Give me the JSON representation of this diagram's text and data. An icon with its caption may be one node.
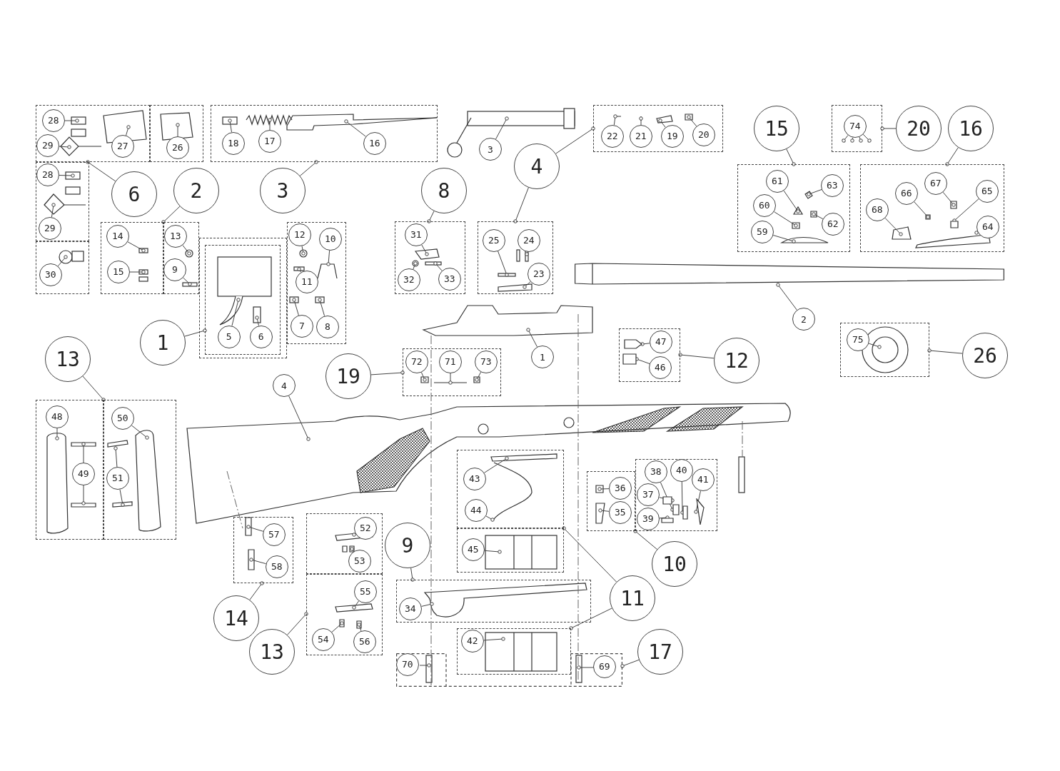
{
  "diagram": {
    "nodes": [
      {
        "text": [],
        "shape": "box"
      },
      {
        "text": [
          "28"
        ],
        "in": 0
      },
      {
        "text": [
          "29"
        ],
        "in": 0
      },
      {
        "text": [
          "27"
        ],
        "in": 0
      },
      {
        "text": [],
        "shape": "box"
      },
      {
        "text": [
          "26"
        ],
        "in": 4
      },
      {
        "text": [],
        "shape": "box"
      },
      {
        "text": [
          "18"
        ],
        "in": 6
      },
      {
        "text": [
          "17"
        ],
        "in": 6
      },
      {
        "text": [
          "16"
        ],
        "in": 6
      },
      {
        "text": [
          "3"
        ]
      },
      {
        "text": [],
        "shape": "box"
      },
      {
        "text": [
          "22"
        ],
        "in": 11
      },
      {
        "text": [
          "21"
        ],
        "in": 11
      },
      {
        "text": [
          "19"
        ],
        "in": 11
      },
      {
        "text": [
          "20"
        ],
        "in": 11
      },
      {
        "text": [
          "4"
        ]
      },
      {
        "text": [],
        "shape": "box"
      },
      {
        "text": [
          "28"
        ],
        "in": 17
      },
      {
        "text": [
          "29"
        ],
        "in": 17
      },
      {
        "text": [],
        "shape": "box"
      },
      {
        "text": [
          "30"
        ],
        "in": 20
      },
      {
        "text": [
          "6"
        ]
      },
      {
        "text": [
          "2"
        ]
      },
      {
        "text": [],
        "shape": "box"
      },
      {
        "text": [
          "14"
        ],
        "in": 24
      },
      {
        "text": [
          "15"
        ],
        "in": 24
      },
      {
        "text": [],
        "shape": "box"
      },
      {
        "text": [
          "13"
        ],
        "in": 27
      },
      {
        "text": [
          "9"
        ],
        "in": 27
      },
      {
        "text": [
          "3"
        ]
      },
      {
        "text": [
          "8"
        ]
      },
      {
        "text": [],
        "shape": "box"
      },
      {
        "text": [
          "31"
        ],
        "in": 32
      },
      {
        "text": [
          "32"
        ],
        "in": 32
      },
      {
        "text": [
          "33"
        ],
        "in": 32
      },
      {
        "text": [],
        "shape": "box"
      },
      {
        "text": [
          "25"
        ],
        "in": 36
      },
      {
        "text": [
          "24"
        ],
        "in": 36
      },
      {
        "text": [
          "23"
        ],
        "in": 36
      },
      {
        "text": [
          "15"
        ]
      },
      {
        "text": [],
        "shape": "box"
      },
      {
        "text": [
          "61"
        ],
        "in": 41
      },
      {
        "text": [
          "63"
        ],
        "in": 41
      },
      {
        "text": [
          "60"
        ],
        "in": 41
      },
      {
        "text": [
          "62"
        ],
        "in": 41
      },
      {
        "text": [
          "59"
        ],
        "in": 41
      },
      {
        "text": [],
        "shape": "box"
      },
      {
        "text": [
          "74"
        ],
        "in": 47
      },
      {
        "text": [
          "20"
        ]
      },
      {
        "text": [
          "16"
        ]
      },
      {
        "text": [],
        "shape": "box"
      },
      {
        "text": [
          "68"
        ],
        "in": 51
      },
      {
        "text": [
          "66"
        ],
        "in": 51
      },
      {
        "text": [
          "67"
        ],
        "in": 51
      },
      {
        "text": [
          "65"
        ],
        "in": 51
      },
      {
        "text": [
          "64"
        ],
        "in": 51
      },
      {
        "text": [
          "1"
        ]
      },
      {
        "text": [],
        "shape": "box"
      },
      {
        "text": [],
        "shape": "box",
        "in": 58
      },
      {
        "text": [
          "5"
        ],
        "in": 59
      },
      {
        "text": [
          "6"
        ],
        "in": 59
      },
      {
        "text": [],
        "shape": "box"
      },
      {
        "text": [
          "12"
        ],
        "in": 62
      },
      {
        "text": [
          "10"
        ],
        "in": 62
      },
      {
        "text": [
          "11"
        ],
        "in": 62
      },
      {
        "text": [
          "7"
        ],
        "in": 62
      },
      {
        "text": [
          "8"
        ],
        "in": 62
      },
      {
        "text": [
          "2"
        ]
      },
      {
        "text": [
          "1"
        ]
      },
      {
        "text": [
          "13"
        ]
      },
      {
        "text": [],
        "shape": "box"
      },
      {
        "text": [
          "48"
        ],
        "in": 71
      },
      {
        "text": [
          "49"
        ],
        "in": 71
      },
      {
        "text": [],
        "shape": "box"
      },
      {
        "text": [
          "50"
        ],
        "in": 74
      },
      {
        "text": [
          "51"
        ],
        "in": 74
      },
      {
        "text": [
          "19"
        ]
      },
      {
        "text": [],
        "shape": "box"
      },
      {
        "text": [
          "72"
        ],
        "in": 78
      },
      {
        "text": [
          "71"
        ],
        "in": 78
      },
      {
        "text": [
          "73"
        ],
        "in": 78
      },
      {
        "text": [],
        "shape": "box"
      },
      {
        "text": [
          "47"
        ],
        "in": 82
      },
      {
        "text": [
          "46"
        ],
        "in": 82
      },
      {
        "text": [
          "12"
        ]
      },
      {
        "text": [],
        "shape": "box"
      },
      {
        "text": [
          "75"
        ],
        "in": 86
      },
      {
        "text": [
          "26"
        ]
      },
      {
        "text": [
          "4"
        ]
      },
      {
        "text": [],
        "shape": "box"
      },
      {
        "text": [
          "43"
        ],
        "in": 90
      },
      {
        "text": [
          "44"
        ],
        "in": 90
      },
      {
        "text": [],
        "shape": "box"
      },
      {
        "text": [
          "45"
        ],
        "in": 93
      },
      {
        "text": [],
        "shape": "box"
      },
      {
        "text": [
          "36"
        ],
        "in": 95
      },
      {
        "text": [
          "35"
        ],
        "in": 95
      },
      {
        "text": [],
        "shape": "box"
      },
      {
        "text": [
          "38"
        ],
        "in": 98
      },
      {
        "text": [
          "40"
        ],
        "in": 98
      },
      {
        "text": [
          "37"
        ],
        "in": 98
      },
      {
        "text": [
          "41"
        ],
        "in": 98
      },
      {
        "text": [
          "39"
        ],
        "in": 98
      },
      {
        "text": [
          "10"
        ]
      },
      {
        "text": [],
        "shape": "box"
      },
      {
        "text": [
          "57"
        ],
        "in": 105
      },
      {
        "text": [
          "58"
        ],
        "in": 105
      },
      {
        "text": [],
        "shape": "box"
      },
      {
        "text": [
          "52"
        ],
        "in": 108
      },
      {
        "text": [
          "53"
        ],
        "in": 108
      },
      {
        "text": [],
        "shape": "box"
      },
      {
        "text": [
          "55"
        ],
        "in": 111
      },
      {
        "text": [
          "54"
        ],
        "in": 111
      },
      {
        "text": [
          "56"
        ],
        "in": 111
      },
      {
        "text": [
          "9"
        ]
      },
      {
        "text": [],
        "shape": "box"
      },
      {
        "text": [
          "34"
        ],
        "in": 116
      },
      {
        "text": [
          "11"
        ]
      },
      {
        "text": [],
        "shape": "box"
      },
      {
        "text": [
          "42"
        ],
        "in": 119
      },
      {
        "text": [
          "14"
        ]
      },
      {
        "text": [
          "13"
        ]
      },
      {
        "text": [],
        "shape": "box"
      },
      {
        "text": [
          "70"
        ],
        "in": 123
      },
      {
        "text": [
          "69"
        ],
        "in": 123
      },
      {
        "text": [
          "17"
        ]
      },
      {
        "text": [],
        "shape": "picture"
      },
      {
        "text": [],
        "shape": "bar",
        "in": 98
      },
      {
        "text": [],
        "shape": "bar",
        "in": 98
      },
      {
        "text": [],
        "shape": "box",
        "in": 98
      },
      {
        "text": [],
        "shape": "picture",
        "in": 98
      },
      {
        "text": [],
        "shape": "bar",
        "in": 98
      },
      {
        "text": [],
        "shape": "box",
        "in": 51
      },
      {
        "text": [],
        "shape": "picture",
        "in": 51
      },
      {
        "text": [],
        "shape": "box",
        "in": 82
      },
      {
        "text": [],
        "shape": "box",
        "in": 82
      },
      {
        "text": [],
        "shape": "bar",
        "in": 74
      }
    ],
    "edges": [
      {
        "from": 1,
        "to": null,
        "arrow": "other"
      },
      {
        "from": 2,
        "to": null,
        "arrow": "other"
      },
      {
        "from": 3,
        "to": null,
        "arrow": "other"
      },
      {
        "from": 5,
        "to": null,
        "arrow": "other"
      },
      {
        "from": 7,
        "to": null,
        "arrow": "other"
      },
      {
        "from": 8,
        "to": null,
        "arrow": "other"
      },
      {
        "from": 9,
        "to": null,
        "arrow": "other"
      },
      {
        "from": 10,
        "to": null,
        "arrow": "other"
      },
      {
        "from": 12,
        "to": null,
        "arrow": "other"
      },
      {
        "from": 13,
        "to": null,
        "arrow": "other"
      },
      {
        "from": 14,
        "to": null,
        "arrow": "other"
      },
      {
        "from": 15,
        "to": null,
        "arrow": "other"
      },
      {
        "from": 16,
        "to": 36,
        "arrow": "other"
      },
      {
        "from": 16,
        "to": 11,
        "arrow": "other"
      },
      {
        "from": 18,
        "to": null,
        "arrow": "other"
      },
      {
        "from": 19,
        "to": null,
        "arrow": "other"
      },
      {
        "from": 21,
        "to": null,
        "arrow": "other"
      },
      {
        "from": 22,
        "to": 17,
        "arrow": "other"
      },
      {
        "from": 23,
        "to": 24,
        "arrow": "other"
      },
      {
        "from": 25,
        "to": null,
        "arrow": "other"
      },
      {
        "from": 26,
        "to": null,
        "arrow": "other"
      },
      {
        "from": 28,
        "to": null,
        "arrow": "other"
      },
      {
        "from": 29,
        "to": null,
        "arrow": "other"
      },
      {
        "from": 30,
        "to": 6,
        "arrow": "other"
      },
      {
        "from": 31,
        "to": 32,
        "arrow": "other"
      },
      {
        "from": 33,
        "to": null,
        "arrow": "other"
      },
      {
        "from": 34,
        "to": null,
        "arrow": "other"
      },
      {
        "from": 35,
        "to": null,
        "arrow": "other"
      },
      {
        "from": 37,
        "to": null,
        "arrow": "other"
      },
      {
        "from": 38,
        "to": null,
        "arrow": "other"
      },
      {
        "from": 39,
        "to": null,
        "arrow": "other"
      },
      {
        "from": 40,
        "to": 41,
        "arrow": "other"
      },
      {
        "from": 42,
        "to": null,
        "arrow": "other"
      },
      {
        "from": 43,
        "to": null,
        "arrow": "other"
      },
      {
        "from": 44,
        "to": null,
        "arrow": "other"
      },
      {
        "from": 45,
        "to": null,
        "arrow": "other"
      },
      {
        "from": 46,
        "to": null,
        "arrow": "other"
      },
      {
        "from": 48,
        "to": null,
        "arrow": "other"
      },
      {
        "from": 48,
        "to": null,
        "arrow": "other"
      },
      {
        "from": 48,
        "to": null,
        "arrow": "other"
      },
      {
        "from": 48,
        "to": null,
        "arrow": "other"
      },
      {
        "from": 49,
        "to": 47,
        "arrow": "other"
      },
      {
        "from": 50,
        "to": 51,
        "arrow": "other"
      },
      {
        "from": 52,
        "to": null,
        "arrow": "other"
      },
      {
        "from": 53,
        "to": null,
        "arrow": "other"
      },
      {
        "from": 54,
        "to": null,
        "arrow": "other"
      },
      {
        "from": 55,
        "to": 133,
        "arrow": "other"
      },
      {
        "from": 56,
        "to": 134,
        "arrow": "other"
      },
      {
        "from": 57,
        "to": 59,
        "arrow": "other"
      },
      {
        "from": 60,
        "to": null,
        "arrow": "other"
      },
      {
        "from": 61,
        "to": null,
        "arrow": "other"
      },
      {
        "from": 63,
        "to": null,
        "arrow": "other"
      },
      {
        "from": 64,
        "to": null,
        "arrow": "other"
      },
      {
        "from": 65,
        "to": null,
        "arrow": "other"
      },
      {
        "from": 66,
        "to": null,
        "arrow": "other"
      },
      {
        "from": 67,
        "to": null,
        "arrow": "other"
      },
      {
        "from": 68,
        "to": 127,
        "arrow": "other"
      },
      {
        "from": 69,
        "to": null,
        "arrow": "other"
      },
      {
        "from": 70,
        "to": 71,
        "arrow": "other"
      },
      {
        "from": 72,
        "to": null,
        "arrow": "other"
      },
      {
        "from": 73,
        "to": null,
        "arrow": "other"
      },
      {
        "from": 73,
        "to": null,
        "arrow": "other"
      },
      {
        "from": 75,
        "to": null,
        "arrow": "other"
      },
      {
        "from": 76,
        "to": 137,
        "arrow": "other"
      },
      {
        "from": 76,
        "to": null,
        "arrow": "other"
      },
      {
        "from": 77,
        "to": 78,
        "arrow": "other"
      },
      {
        "from": 79,
        "to": null,
        "arrow": "other"
      },
      {
        "from": 80,
        "to": null,
        "arrow": "other"
      },
      {
        "from": 81,
        "to": null,
        "arrow": "other"
      },
      {
        "from": 83,
        "to": 135,
        "arrow": "other"
      },
      {
        "from": 84,
        "to": 136,
        "arrow": "other"
      },
      {
        "from": 85,
        "to": 82,
        "arrow": "other"
      },
      {
        "from": 87,
        "to": null,
        "arrow": "other"
      },
      {
        "from": 88,
        "to": 86,
        "arrow": "other"
      },
      {
        "from": 89,
        "to": null,
        "arrow": "other"
      },
      {
        "from": 91,
        "to": null,
        "arrow": "other"
      },
      {
        "from": 92,
        "to": null,
        "arrow": "other"
      },
      {
        "from": 94,
        "to": null,
        "arrow": "other"
      },
      {
        "from": 96,
        "to": null,
        "arrow": "other"
      },
      {
        "from": 97,
        "to": null,
        "arrow": "other"
      },
      {
        "from": 99,
        "to": 128,
        "arrow": "other"
      },
      {
        "from": 100,
        "to": 129,
        "arrow": "other"
      },
      {
        "from": 101,
        "to": 130,
        "arrow": "other"
      },
      {
        "from": 102,
        "to": 131,
        "arrow": "other"
      },
      {
        "from": 103,
        "to": 132,
        "arrow": "other"
      },
      {
        "from": 104,
        "to": 98,
        "arrow": "other"
      },
      {
        "from": 106,
        "to": null,
        "arrow": "other"
      },
      {
        "from": 107,
        "to": null,
        "arrow": "other"
      },
      {
        "from": 109,
        "to": null,
        "arrow": "other"
      },
      {
        "from": 110,
        "to": null,
        "arrow": "other"
      },
      {
        "from": 112,
        "to": null,
        "arrow": "other"
      },
      {
        "from": 113,
        "to": null,
        "arrow": "other"
      },
      {
        "from": 114,
        "to": null,
        "arrow": "other"
      },
      {
        "from": 115,
        "to": 116,
        "arrow": "other"
      },
      {
        "from": 117,
        "to": null,
        "arrow": "other"
      },
      {
        "from": 118,
        "to": 90,
        "arrow": "other"
      },
      {
        "from": 118,
        "to": 119,
        "arrow": "other"
      },
      {
        "from": 120,
        "to": null,
        "arrow": "other"
      },
      {
        "from": 121,
        "to": 105,
        "arrow": "other"
      },
      {
        "from": 122,
        "to": 111,
        "arrow": "other"
      },
      {
        "from": 124,
        "to": null,
        "arrow": "other"
      },
      {
        "from": 125,
        "to": null,
        "arrow": "other"
      },
      {
        "from": 126,
        "to": 123,
        "arrow": "other"
      }
    ]
  }
}
